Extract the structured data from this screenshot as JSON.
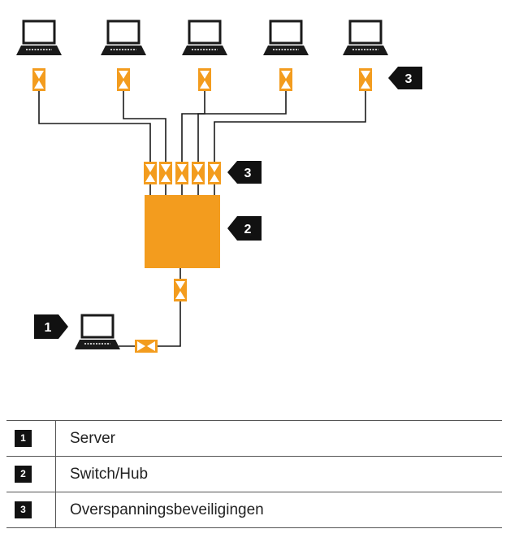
{
  "colors": {
    "accent": "#F39C1E",
    "line": "#1a1a1a",
    "callout": "#111111"
  },
  "callouts": {
    "clients_marker": "3",
    "switch_ports_marker": "3",
    "switch_marker": "2",
    "server_marker": "1"
  },
  "icons": [
    "laptop-icon",
    "surge-protector-icon",
    "switch-box",
    "callout-arrow"
  ],
  "legend": [
    {
      "number": "1",
      "label": "Server"
    },
    {
      "number": "2",
      "label": "Switch/Hub"
    },
    {
      "number": "3",
      "label": "Overspanningsbeveiligingen"
    }
  ]
}
